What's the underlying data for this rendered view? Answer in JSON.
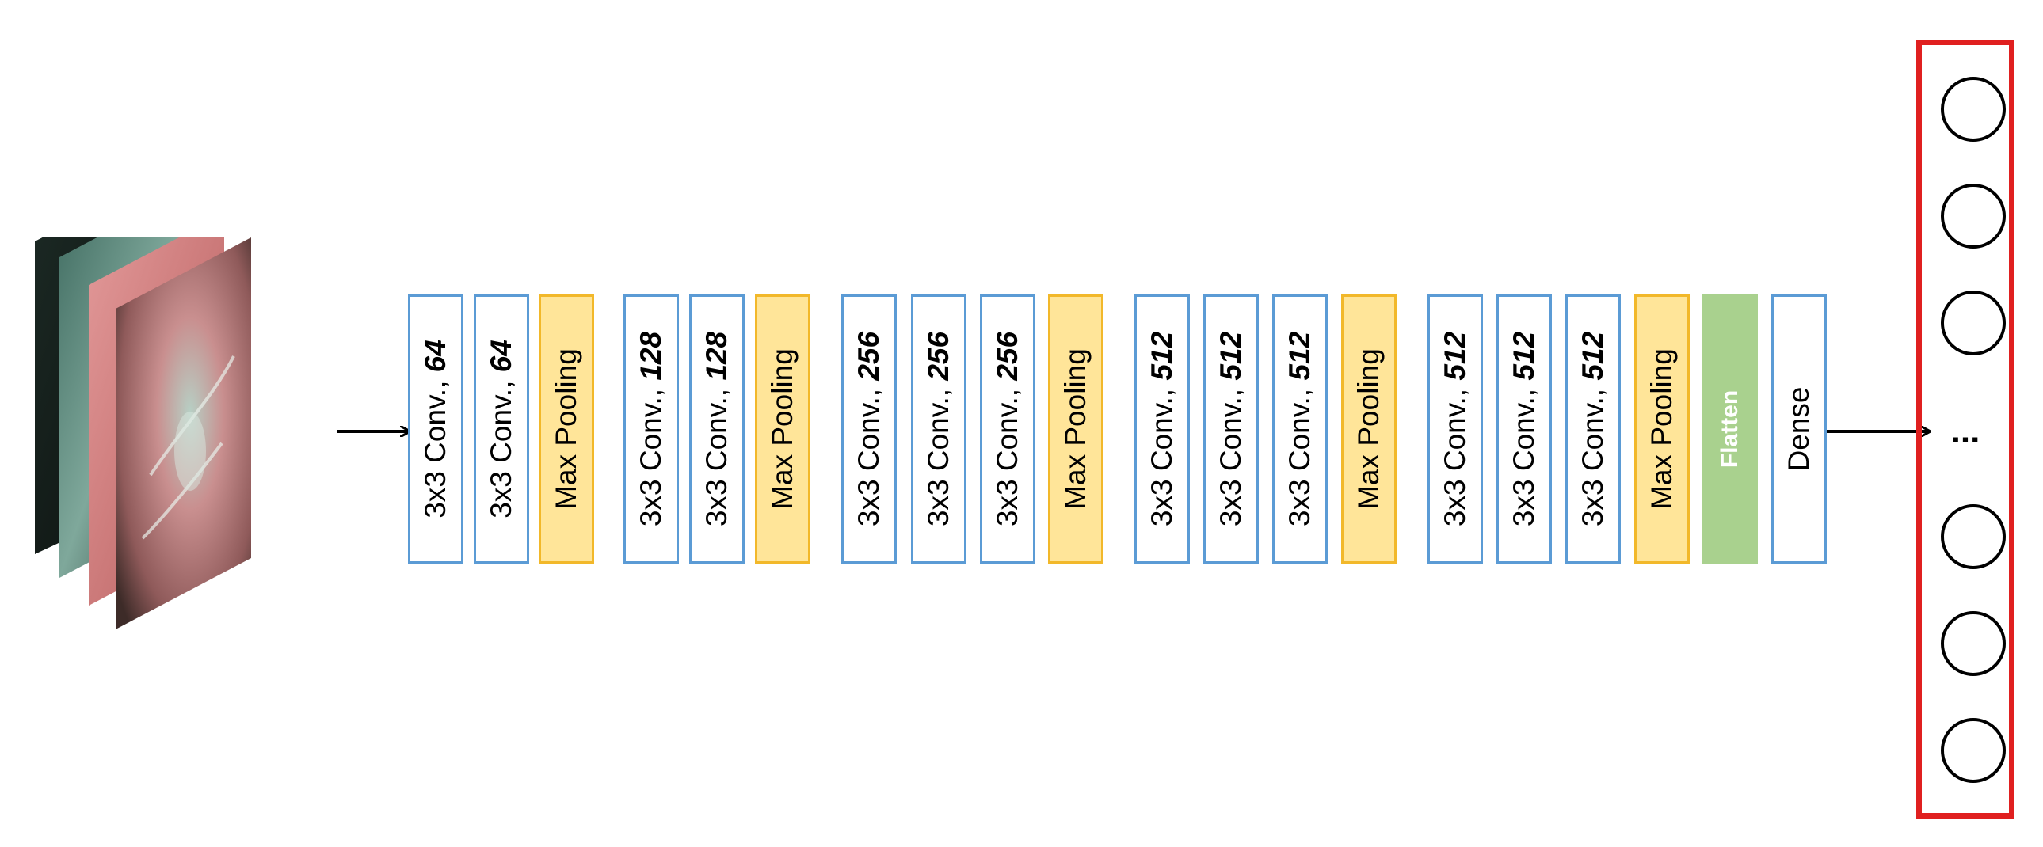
{
  "layers": [
    {
      "kind": "conv",
      "text": "3x3 Conv., ",
      "filters": "64"
    },
    {
      "kind": "conv",
      "text": "3x3 Conv., ",
      "filters": "64"
    },
    {
      "kind": "pool",
      "text": "Max Pooling"
    },
    {
      "kind": "conv",
      "text": "3x3 Conv., ",
      "filters": "128"
    },
    {
      "kind": "conv",
      "text": "3x3 Conv., ",
      "filters": "128"
    },
    {
      "kind": "pool",
      "text": "Max Pooling"
    },
    {
      "kind": "conv",
      "text": "3x3 Conv., ",
      "filters": "256"
    },
    {
      "kind": "conv",
      "text": "3x3 Conv., ",
      "filters": "256"
    },
    {
      "kind": "conv",
      "text": "3x3 Conv., ",
      "filters": "256"
    },
    {
      "kind": "pool",
      "text": "Max Pooling"
    },
    {
      "kind": "conv",
      "text": "3x3 Conv., ",
      "filters": "512"
    },
    {
      "kind": "conv",
      "text": "3x3 Conv., ",
      "filters": "512"
    },
    {
      "kind": "conv",
      "text": "3x3 Conv., ",
      "filters": "512"
    },
    {
      "kind": "pool",
      "text": "Max Pooling"
    },
    {
      "kind": "conv",
      "text": "3x3 Conv., ",
      "filters": "512"
    },
    {
      "kind": "conv",
      "text": "3x3 Conv., ",
      "filters": "512"
    },
    {
      "kind": "conv",
      "text": "3x3 Conv., ",
      "filters": "512"
    },
    {
      "kind": "pool",
      "text": "Max Pooling"
    },
    {
      "kind": "flatten",
      "text": "Flatten"
    },
    {
      "kind": "dense",
      "text": "Dense"
    }
  ],
  "output": {
    "ellipsis": "..."
  },
  "colors": {
    "conv_border": "#5b9bd5",
    "pool_fill": "#ffe599",
    "pool_border": "#f2b82a",
    "flatten_fill": "#a9d18e",
    "output_border": "#e02020"
  }
}
